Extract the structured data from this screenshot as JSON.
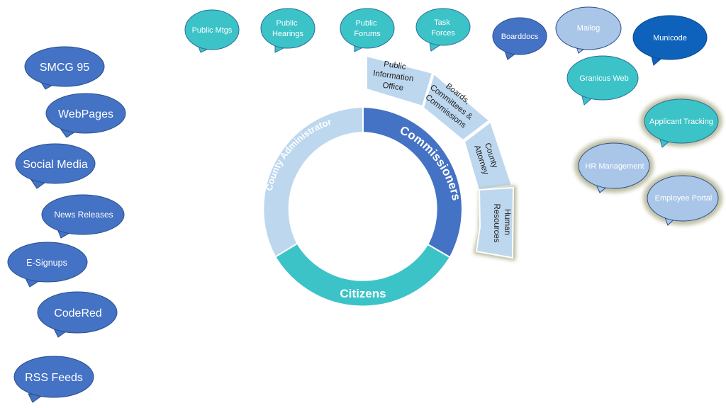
{
  "colors": {
    "dark_blue": "#4472C4",
    "deeper_blue": "#0E62BB",
    "teal": "#3CC3C8",
    "light_blue": "#BDD7EE",
    "pale_blue": "#A9C6E8",
    "glow": "#8B8B5A",
    "ring_white": "#ffffff"
  },
  "ring": {
    "segments": [
      {
        "key": "commissioners",
        "label": "Commissioners",
        "color": "#4472C4"
      },
      {
        "key": "citizens",
        "label": "Citizens",
        "color": "#3CC3C8"
      },
      {
        "key": "county_admin",
        "label": "County Administrator",
        "color": "#BDD7EE"
      }
    ]
  },
  "outer_arc": {
    "segments": [
      {
        "key": "pio",
        "lines": [
          "Public",
          "Information",
          "Office"
        ]
      },
      {
        "key": "boards",
        "lines": [
          "Boards,",
          "Committees &",
          "Commissions"
        ]
      },
      {
        "key": "attorney",
        "lines": [
          "County",
          "Attorney"
        ]
      },
      {
        "key": "hr",
        "lines": [
          "Human",
          "Resources"
        ]
      }
    ]
  },
  "top_bubbles": [
    {
      "key": "public_mtgs",
      "lines": [
        "Public Mtgs"
      ]
    },
    {
      "key": "public_hearings",
      "lines": [
        "Public",
        "Hearings"
      ]
    },
    {
      "key": "public_forums",
      "lines": [
        "Public",
        "Forums"
      ]
    },
    {
      "key": "task_forces",
      "lines": [
        "Task",
        "Forces"
      ]
    }
  ],
  "right_bubbles": [
    {
      "key": "boarddocs",
      "label": "Boarddocs"
    },
    {
      "key": "mailog",
      "label": "Mailog"
    },
    {
      "key": "municode",
      "label": "Municode"
    },
    {
      "key": "granicus",
      "label": "Granicus Web"
    },
    {
      "key": "applicant_tracking",
      "label": "Applicant Tracking"
    },
    {
      "key": "hr_management",
      "label": "HR Management"
    },
    {
      "key": "employee_portal",
      "label": "Employee Portal"
    }
  ],
  "left_bubbles": [
    {
      "key": "smcg",
      "label": "SMCG 95"
    },
    {
      "key": "webpages",
      "label": "WebPages"
    },
    {
      "key": "social_media",
      "label": "Social Media"
    },
    {
      "key": "news_releases",
      "label": "News Releases"
    },
    {
      "key": "esignups",
      "label": "E-Signups"
    },
    {
      "key": "codered",
      "label": "CodeRed"
    },
    {
      "key": "rss",
      "label": "RSS Feeds"
    }
  ]
}
